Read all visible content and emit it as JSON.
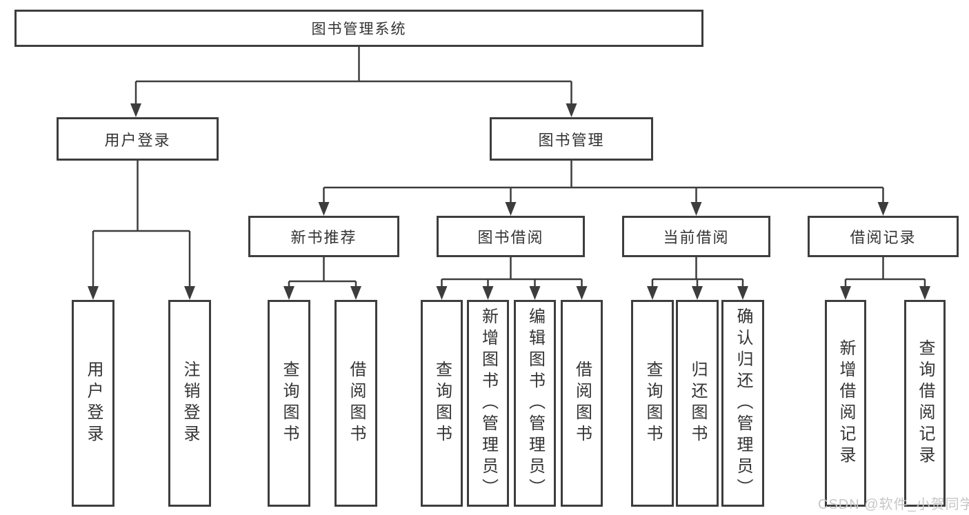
{
  "tree": {
    "root": {
      "label": "图书管理系统"
    },
    "level2": [
      {
        "label": "用户登录",
        "children": [
          {
            "label": "用户登录"
          },
          {
            "label": "注销登录"
          }
        ]
      },
      {
        "label": "图书管理",
        "children": [
          {
            "label": "新书推荐",
            "children": [
              {
                "label": "查询图书"
              },
              {
                "label": "借阅图书"
              }
            ]
          },
          {
            "label": "图书借阅",
            "children": [
              {
                "label": "查询图书"
              },
              {
                "label": "新增图书（管理员）"
              },
              {
                "label": "编辑图书（管理员）"
              },
              {
                "label": "借阅图书"
              }
            ]
          },
          {
            "label": "当前借阅",
            "children": [
              {
                "label": "查询图书"
              },
              {
                "label": "归还图书"
              },
              {
                "label": "确认归还（管理员）"
              }
            ]
          },
          {
            "label": "借阅记录",
            "children": [
              {
                "label": "新增借阅记录"
              },
              {
                "label": "查询借阅记录"
              }
            ]
          }
        ]
      }
    ]
  },
  "watermark": {
    "text": "CSDN @软件_小贺同学"
  },
  "colors": {
    "line": "#3d3d3d",
    "text": "#333333",
    "watermark": "#c6c6c6",
    "background": "#ffffff"
  }
}
